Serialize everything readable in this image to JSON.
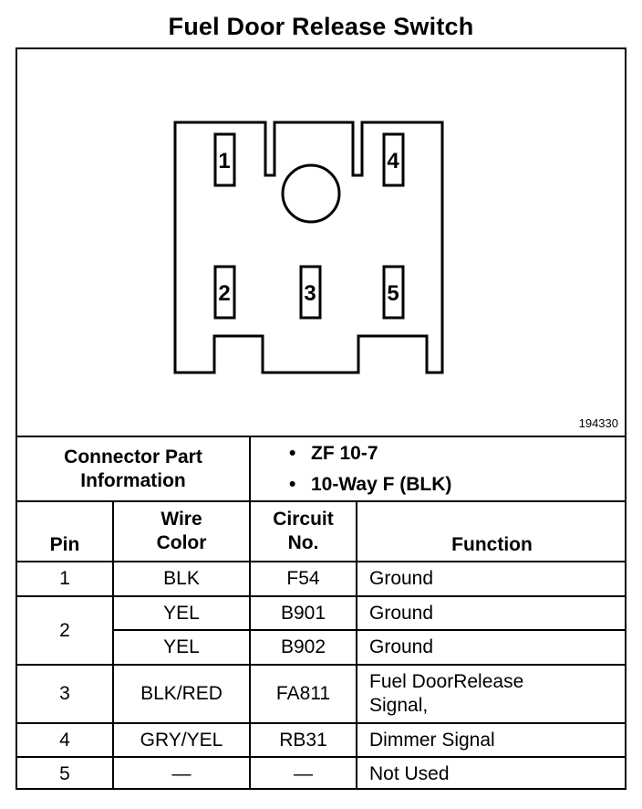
{
  "title": "Fuel Door Release Switch",
  "figure_id": "194330",
  "connector": {
    "pins": [
      "1",
      "2",
      "3",
      "4",
      "5"
    ]
  },
  "connector_part": {
    "label_line1": "Connector Part",
    "label_line2": "Information",
    "info": [
      "ZF 10-7",
      "10-Way F (BLK)"
    ],
    "bullet": "•"
  },
  "table": {
    "headers": {
      "pin": "Pin",
      "wire_color_1": "Wire",
      "wire_color_2": "Color",
      "circuit_1": "Circuit",
      "circuit_2": "No.",
      "function": "Function"
    },
    "rows": [
      {
        "pin": "1",
        "color": "BLK",
        "circuit": "F54",
        "function": "Ground"
      },
      {
        "pin": "2",
        "color": "YEL",
        "circuit": "B901",
        "function": "Ground"
      },
      {
        "pin": "",
        "color": "YEL",
        "circuit": "B902",
        "function": "Ground"
      },
      {
        "pin": "3",
        "color": "BLK/RED",
        "circuit": "FA811",
        "function_1": "Fuel DoorRelease",
        "function_2": "Signal,"
      },
      {
        "pin": "4",
        "color": "GRY/YEL",
        "circuit": "RB31",
        "function": "Dimmer Signal"
      },
      {
        "pin": "5",
        "color": "—",
        "circuit": "—",
        "function": "Not Used"
      }
    ]
  }
}
